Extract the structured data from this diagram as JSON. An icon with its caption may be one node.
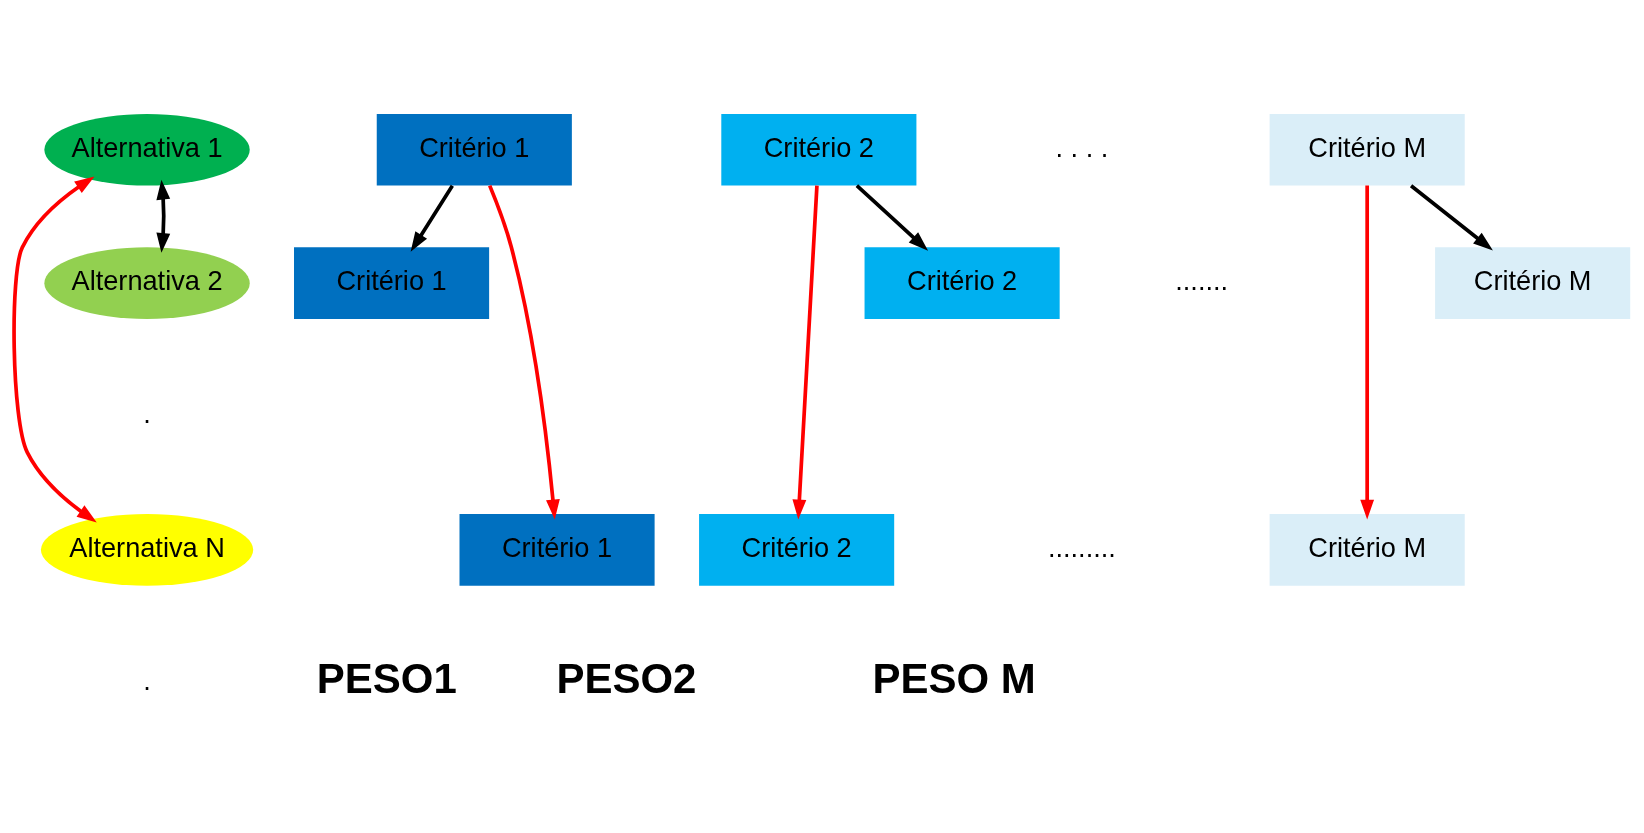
{
  "diagram": {
    "nodes": [
      {
        "text": [
          "Alternativa 1"
        ]
      },
      {
        "text": [
          "Alternativa 2"
        ]
      },
      {
        "text": [
          "Alternativa N"
        ]
      },
      {
        "text": [
          "Critério 1"
        ]
      },
      {
        "text": [
          "Critério 2"
        ]
      },
      {
        "text": [
          "Critério M"
        ]
      },
      {
        "text": [
          "Critério 1"
        ]
      },
      {
        "text": [
          "Critério 2"
        ]
      },
      {
        "text": [
          "Critério M"
        ]
      },
      {
        "text": [
          "Critério 1"
        ]
      },
      {
        "text": [
          "Critério 2"
        ]
      },
      {
        "text": [
          "Critério M"
        ]
      }
    ],
    "edges": [
      {
        "from": 0,
        "to": 1,
        "arrow": "both"
      },
      {
        "from": 0,
        "to": 2,
        "arrow": "both",
        "color": "#ff0000"
      },
      {
        "from": 3,
        "to": 6,
        "arrow": "to"
      },
      {
        "from": 4,
        "to": 7,
        "arrow": "to"
      },
      {
        "from": 5,
        "to": 8,
        "arrow": "to"
      },
      {
        "from": 3,
        "to": 9,
        "arrow": "to",
        "color": "#ff0000"
      },
      {
        "from": 4,
        "to": 10,
        "arrow": "to",
        "color": "#ff0000"
      },
      {
        "from": 5,
        "to": 11,
        "arrow": "to",
        "color": "#ff0000"
      }
    ],
    "labels": [
      ". . . .",
      ".......",
      ".",
      ".........",
      ".",
      "PESO1",
      "PESO2",
      "PESO M"
    ]
  }
}
